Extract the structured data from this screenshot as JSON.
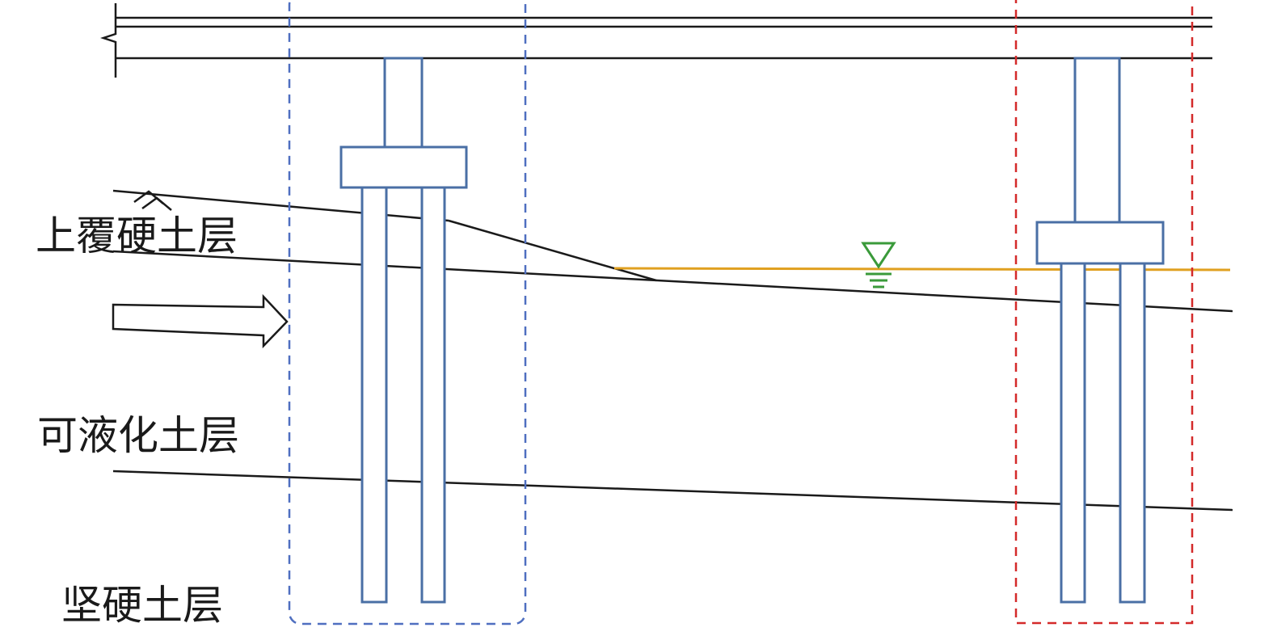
{
  "labels": {
    "upper_layer": "上覆硬土层",
    "liquefiable_layer": "可液化土层",
    "hard_layer": "坚硬土层"
  },
  "colors": {
    "structure": "#4a6fa5",
    "soil_line": "#1a1a1a",
    "water_line": "#e0a020",
    "water_symbol": "#3a9a3a",
    "box_left": "#4f6fc0",
    "box_right": "#d42a2a"
  },
  "icons": {
    "flow_arrow": "right-arrow-icon",
    "water_table": "water-table-icon",
    "break_symbol": "break-line-icon"
  }
}
